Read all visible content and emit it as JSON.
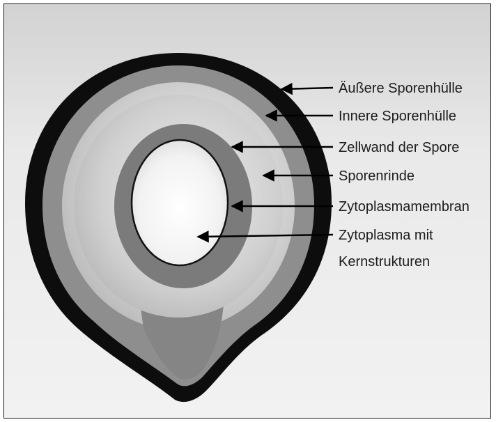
{
  "diagram": {
    "labels": [
      {
        "id": "aeussere-sporenhuelle",
        "text": "Äußere Sporenhülle"
      },
      {
        "id": "innere-sporenhuelle",
        "text": "Innere Sporenhülle"
      },
      {
        "id": "zellwand-der-spore",
        "text": "Zellwand der Spore"
      },
      {
        "id": "sporenrinde",
        "text": "Sporenrinde"
      },
      {
        "id": "zytoplasmamembran",
        "text": "Zytoplasmamembran"
      },
      {
        "id": "zytoplasma-line1",
        "text": "Zytoplasma mit"
      },
      {
        "id": "zytoplasma-line2",
        "text": "Kernstrukturen"
      }
    ],
    "colors": {
      "outer_coat": "#0d0d0d",
      "inner_coat": "#8e8e8e",
      "cortex": "#c4c4c4",
      "cell_wall": "#7b7b7b",
      "membrane": "#111111",
      "cytoplasm": "#f6f6f6",
      "background": "#e6e6e6"
    }
  }
}
